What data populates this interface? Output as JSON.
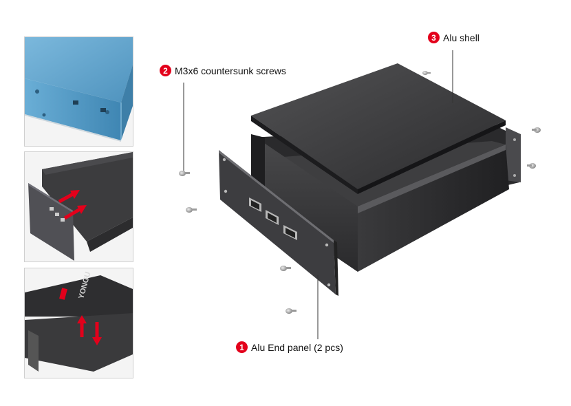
{
  "callouts": [
    {
      "number": "1",
      "label": "Alu End panel (2 pcs)"
    },
    {
      "number": "2",
      "label": "M3x6 countersunk screws"
    },
    {
      "number": "3",
      "label": "Alu shell"
    }
  ],
  "thumb3": {
    "brand_text": "YONGU"
  },
  "colors": {
    "accent_red": "#e3001b",
    "shell_dark": "#3a3a3c",
    "thumb_blue": "#5a9fc8"
  }
}
